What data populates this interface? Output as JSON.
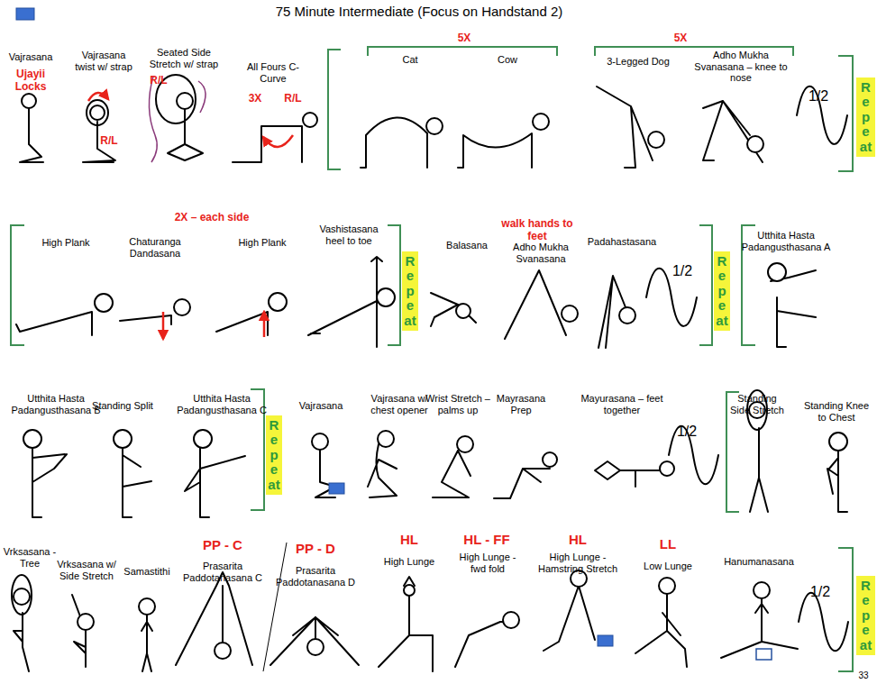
{
  "diagram": {
    "title": "75 Minute Intermediate (Focus on Handstand 2)",
    "nodes": [
      {
        "text": [
          "Repeat"
        ]
      },
      {
        "text": [
          "Repeat"
        ]
      },
      {
        "text": [
          "Repeat"
        ]
      },
      {
        "text": [
          "Repeat"
        ]
      },
      {
        "text": [
          "Repeat"
        ]
      }
    ],
    "labels": [
      "Vajrasana",
      "Ujayii Locks",
      "Vajrasana twist w/ strap",
      "R/L",
      "Seated Side Stretch w/ strap",
      "R/L",
      "All Fours C-Curve",
      "3X",
      "R/L",
      "5X",
      "Cat",
      "Cow",
      "5X",
      "3-Legged Dog",
      "Adho Mukha Svanasana – knee to nose",
      "1/2",
      "2X – each side",
      "High Plank",
      "Chaturanga Dandasana",
      "High Plank",
      "Vashistasana heel to toe",
      "Balasana",
      "walk hands to feet",
      "Adho Mukha Svanasana",
      "Padahastasana",
      "1/2",
      "Utthita Hasta Padangusthasana A",
      "Utthita Hasta Padangusthasana B",
      "Standing Split",
      "Utthita Hasta Padangusthasana C",
      "Vajrasana",
      "Vajrasana w/ chest opener",
      "Wrist Stretch – palms up",
      "Mayrasana Prep",
      "Mayurasana – feet together",
      "1/2",
      "Standing Side Stretch",
      "Standing Knee to Chest",
      "Vrksasana - Tree",
      "Vrksasana w/ Side Stretch",
      "Samastithi",
      "PP - C",
      "Prasarita Paddotanasana C",
      "PP - D",
      "Prasarita Paddotanasana D",
      "HL",
      "High Lunge",
      "HL - FF",
      "High Lunge - fwd fold",
      "HL",
      "High Lunge - Hamstring Stretch",
      "LL",
      "Low Lunge",
      "Hanumanasana",
      "1/2",
      "33"
    ]
  }
}
